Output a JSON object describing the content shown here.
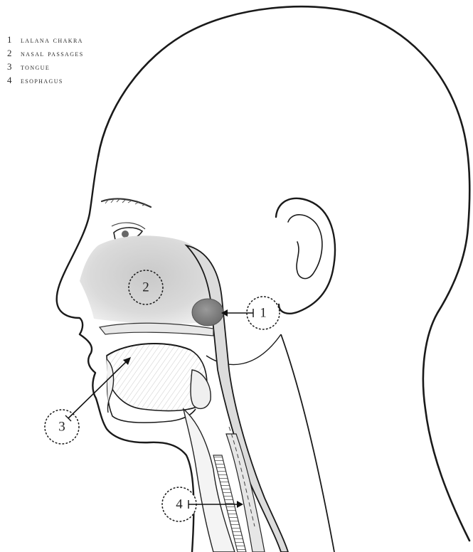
{
  "legend": [
    {
      "number": "1",
      "label": "LALANA CHAKRA"
    },
    {
      "number": "2",
      "label": "NASAL PASSAGES"
    },
    {
      "number": "3",
      "label": "TONGUE"
    },
    {
      "number": "4",
      "label": "ESOPHAGUS"
    }
  ],
  "callouts": {
    "lalana_chakra": "1",
    "nasal_passages": "2",
    "tongue": "3",
    "esophagus": "4"
  },
  "colors": {
    "outline": "#1a1a1a",
    "cavity_fill": "#d6d6d6",
    "chakra_fill": "#7d7d7d",
    "background": "#ffffff"
  }
}
